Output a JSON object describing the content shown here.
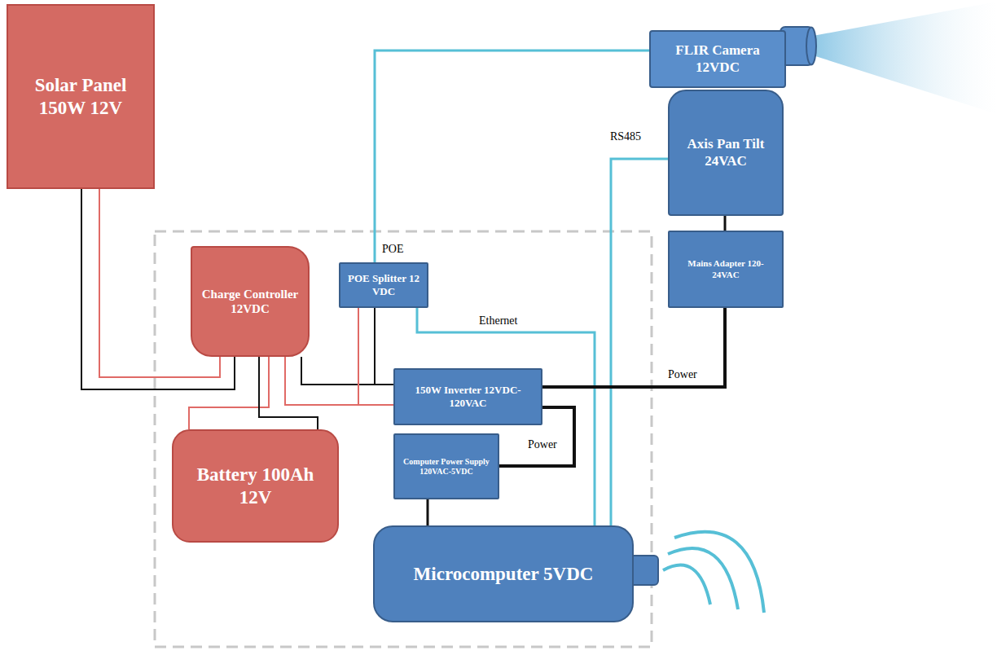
{
  "diagram": {
    "nodes": [
      {
        "text": [
          "Solar Panel 150W 12V"
        ]
      },
      {
        "text": [
          "FLIR Camera 12VDC"
        ]
      },
      {
        "text": [
          "Axis Pan Tilt 24VAC"
        ]
      },
      {
        "text": [
          "Charge Controller 12VDC"
        ]
      },
      {
        "text": [
          "POE Splitter 12 VDC"
        ]
      },
      {
        "text": [
          "Mains Adapter 120-24VAC"
        ]
      },
      {
        "text": [
          "150W Inverter 12VDC-120VAC"
        ]
      },
      {
        "text": [
          "Battery 100Ah 12V"
        ]
      },
      {
        "text": [
          "Computer Power Supply 120VAC-5VDC"
        ]
      },
      {
        "text": [
          "Microcomputer 5VDC"
        ]
      }
    ],
    "edges": [
      {
        "from": 0,
        "to": 3,
        "arrow": "none"
      },
      {
        "from": 0,
        "to": 3,
        "arrow": "none"
      },
      {
        "from": 3,
        "to": 7,
        "arrow": "none"
      },
      {
        "from": 3,
        "to": 7,
        "arrow": "none"
      },
      {
        "from": 3,
        "to": 6,
        "arrow": "none"
      },
      {
        "from": 3,
        "to": 6,
        "arrow": "none"
      },
      {
        "from": 3,
        "to": 4,
        "arrow": "none"
      },
      {
        "from": 3,
        "to": 4,
        "arrow": "none"
      },
      {
        "from": 4,
        "to": 1,
        "label": "POE",
        "arrow": "none"
      },
      {
        "from": 4,
        "to": 9,
        "label": "Ethernet",
        "arrow": "none"
      },
      {
        "from": 2,
        "to": 9,
        "label": "RS485",
        "arrow": "none"
      },
      {
        "from": 2,
        "to": 5,
        "arrow": "none"
      },
      {
        "from": 6,
        "to": 5,
        "label": "Power",
        "arrow": "none"
      },
      {
        "from": 6,
        "to": 8,
        "label": "Power",
        "arrow": "none"
      },
      {
        "from": 8,
        "to": 9,
        "arrow": "none"
      }
    ]
  }
}
